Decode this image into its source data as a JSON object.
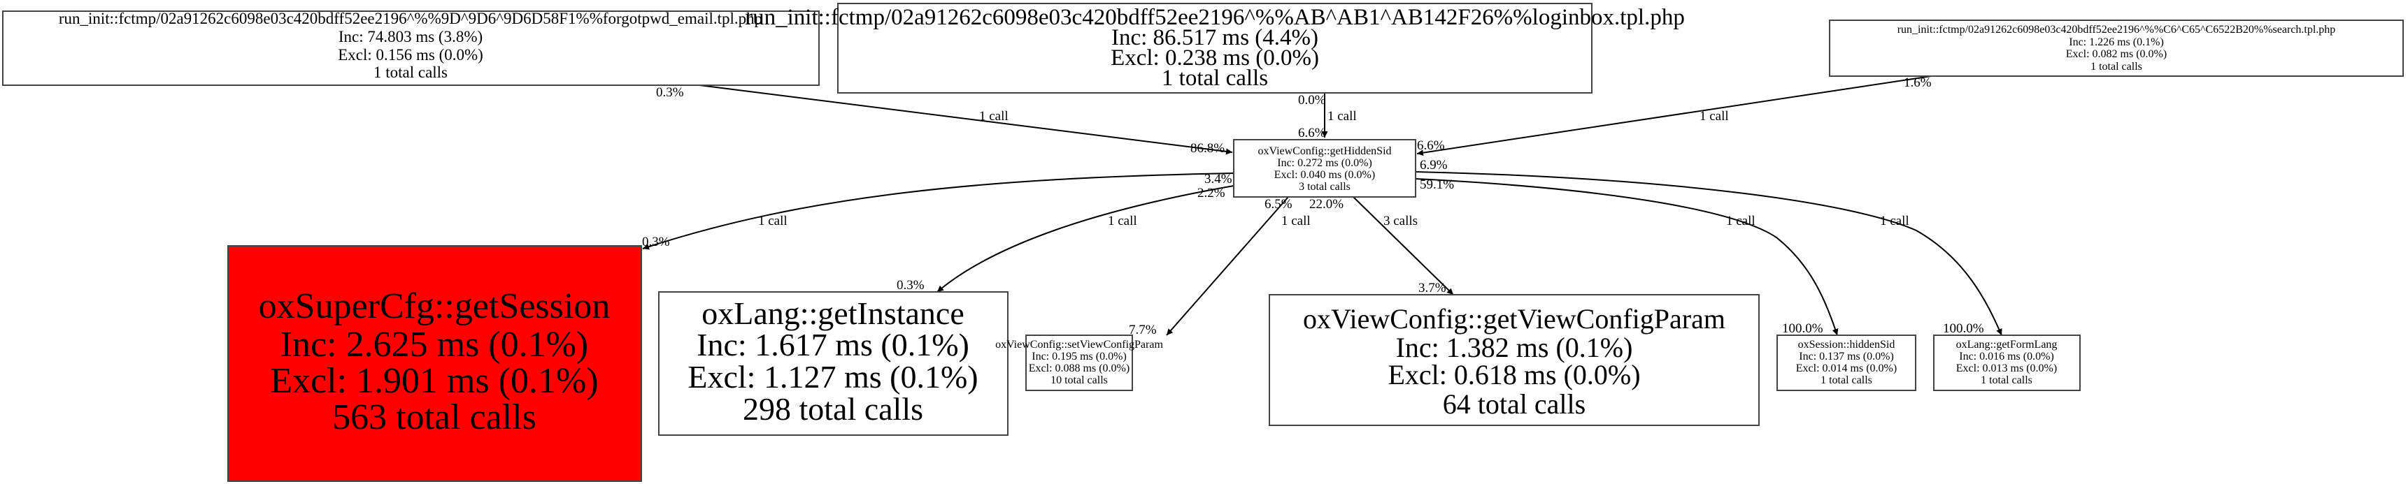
{
  "graph": {
    "nodes": {
      "forgotpwd": {
        "name": "run_init::fctmp/02a91262c6098e03c420bdff52ee2196^%%9D^9D6^9D6D58F1%%forgotpwd_email.tpl.php",
        "inc": "Inc: 74.803 ms (3.8%)",
        "excl": "Excl: 0.156 ms (0.0%)",
        "calls": "1 total calls"
      },
      "loginbox": {
        "name": "run_init::fctmp/02a91262c6098e03c420bdff52ee2196^%%AB^AB1^AB142F26%%loginbox.tpl.php",
        "inc": "Inc: 86.517 ms (4.4%)",
        "excl": "Excl: 0.238 ms (0.0%)",
        "calls": "1 total calls"
      },
      "search": {
        "name": "run_init::fctmp/02a91262c6098e03c420bdff52ee2196^%%C6^C65^C6522B20%%search.tpl.php",
        "inc": "Inc: 1.226 ms (0.1%)",
        "excl": "Excl: 0.082 ms (0.0%)",
        "calls": "1 total calls"
      },
      "getHiddenSid": {
        "name": "oxViewConfig::getHiddenSid",
        "inc": "Inc: 0.272 ms (0.0%)",
        "excl": "Excl: 0.040 ms (0.0%)",
        "calls": "3 total calls"
      },
      "getSession": {
        "name": "oxSuperCfg::getSession",
        "inc": "Inc: 2.625 ms (0.1%)",
        "excl": "Excl: 1.901 ms (0.1%)",
        "calls": "563 total calls",
        "fill": "#ff0000"
      },
      "getInstance": {
        "name": "oxLang::getInstance",
        "inc": "Inc: 1.617 ms (0.1%)",
        "excl": "Excl: 1.127 ms (0.1%)",
        "calls": "298 total calls"
      },
      "setViewConfigParam": {
        "name": "oxViewConfig::setViewConfigParam",
        "inc": "Inc: 0.195 ms (0.0%)",
        "excl": "Excl: 0.088 ms (0.0%)",
        "calls": "10 total calls"
      },
      "getViewConfigParam": {
        "name": "oxViewConfig::getViewConfigParam",
        "inc": "Inc: 1.382 ms (0.1%)",
        "excl": "Excl: 0.618 ms (0.0%)",
        "calls": "64 total calls"
      },
      "hiddenSid": {
        "name": "oxSession::hiddenSid",
        "inc": "Inc: 0.137 ms (0.0%)",
        "excl": "Excl: 0.014 ms (0.0%)",
        "calls": "1 total calls"
      },
      "getFormLang": {
        "name": "oxLang::getFormLang",
        "inc": "Inc: 0.016 ms (0.0%)",
        "excl": "Excl: 0.013 ms (0.0%)",
        "calls": "1 total calls"
      }
    },
    "edges": {
      "forgotpwd_getHiddenSid": {
        "calls": "1 call",
        "tail": "0.3%",
        "head": "86.8%"
      },
      "loginbox_getHiddenSid": {
        "calls": "1 call",
        "tail": "0.0%",
        "head": "6.6%"
      },
      "search_getHiddenSid": {
        "calls": "1 call",
        "tail": "1.6%",
        "head": "6.6%"
      },
      "getHiddenSid_getSession": {
        "calls": "1 call",
        "tail": "3.4%",
        "head": "0.3%"
      },
      "getHiddenSid_getInstance": {
        "calls": "1 call",
        "tail": "2.2%",
        "head": "0.3%"
      },
      "getHiddenSid_setViewConfigParam": {
        "calls": "1 call",
        "tail": "6.5%",
        "head": "7.7%"
      },
      "getHiddenSid_getViewConfigParam": {
        "calls": "3 calls",
        "tail": "22.0%",
        "head": "3.7%"
      },
      "getHiddenSid_hiddenSid": {
        "calls": "1 call",
        "tail": "59.1%",
        "head": "100.0%"
      },
      "getHiddenSid_getFormLang": {
        "calls": "1 call",
        "tail": "6.9%",
        "head": "100.0%"
      }
    }
  }
}
